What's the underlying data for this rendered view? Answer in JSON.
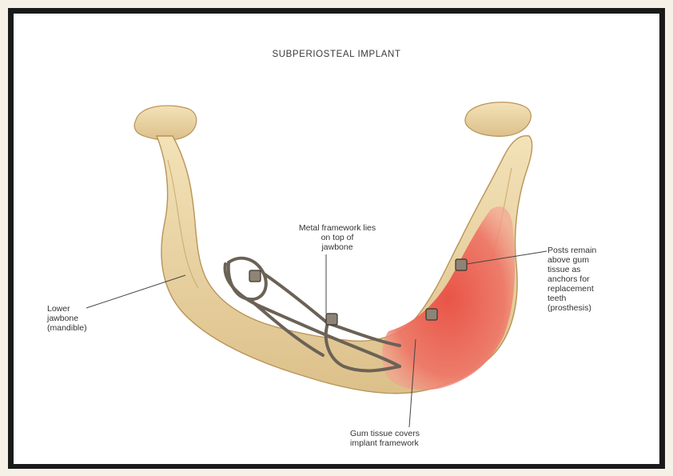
{
  "diagram": {
    "title": "SUBPERIOSTEAL IMPLANT",
    "labels": {
      "metal_framework": "Metal framework lies\non top of\njawbone",
      "lower_jawbone": "Lower\njawbone\n(mandible)",
      "posts": "Posts remain\nabove gum\ntissue as\nanchors for\nreplacement\nteeth\n(prosthesis)",
      "gum_tissue": "Gum tissue covers\nimplant framework"
    },
    "colors": {
      "bone": "#ecd6a2",
      "bone_shadow": "#c9a86b",
      "gum": "#e85a4f",
      "framework": "#6b6256",
      "frame": "#1a1a1a",
      "background": "#f6f1e7"
    }
  }
}
